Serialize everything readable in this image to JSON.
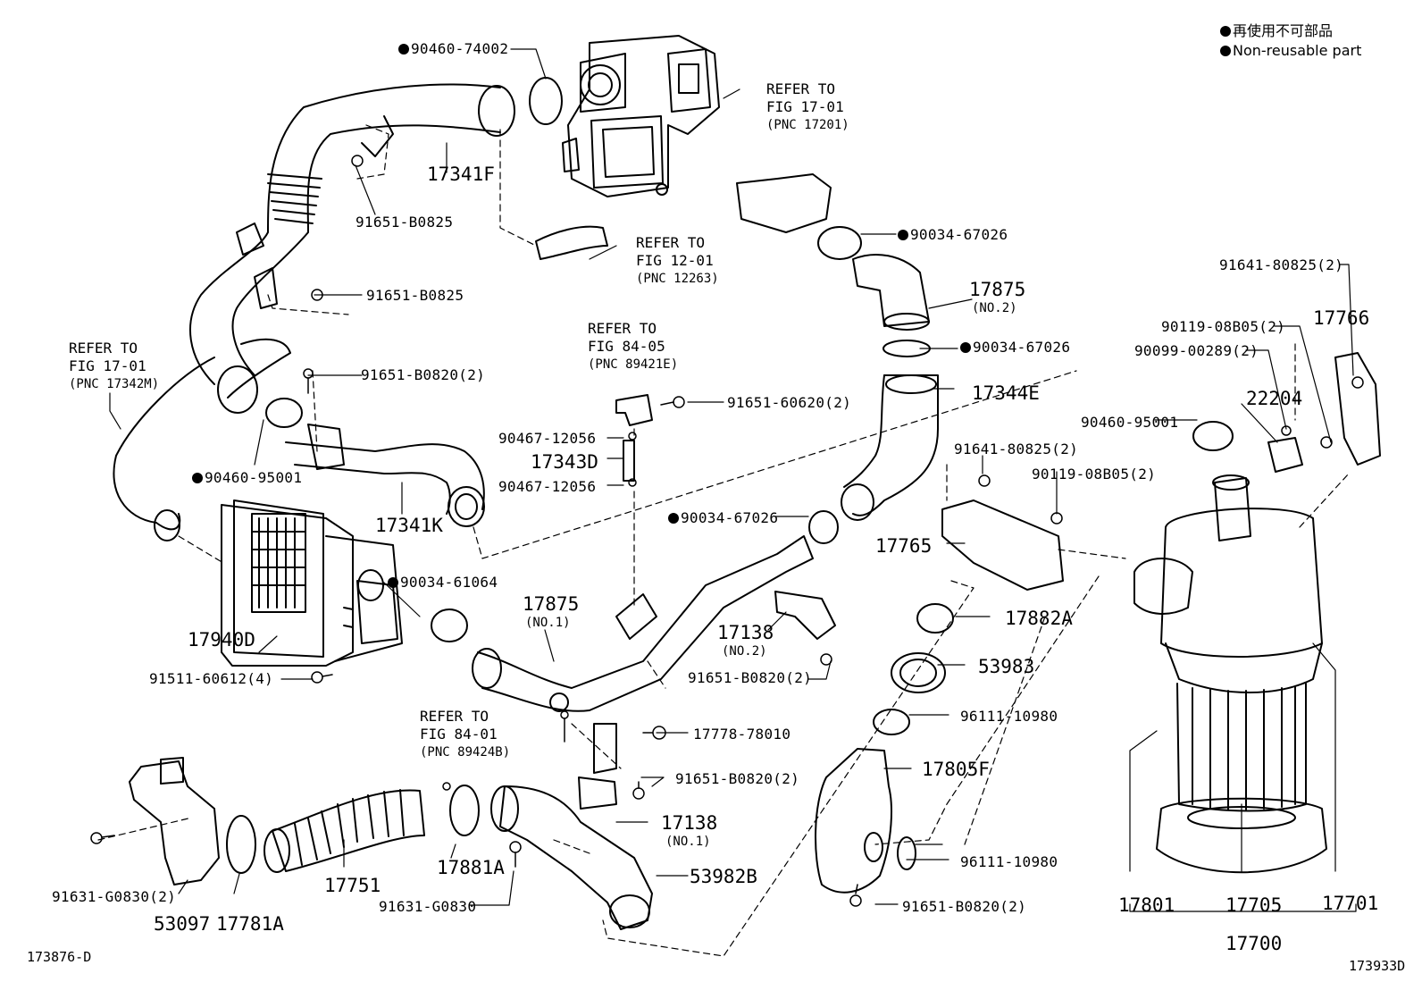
{
  "legend": {
    "jp": "再使用不可部品",
    "en": "Non-reusable part"
  },
  "refs": [
    {
      "id": "r1",
      "line1": "REFER TO",
      "line2": "FIG 17-01",
      "line3": "(PNC 17201)"
    },
    {
      "id": "r2",
      "line1": "REFER TO",
      "line2": "FIG 12-01",
      "line3": "(PNC 12263)"
    },
    {
      "id": "r3",
      "line1": "REFER TO",
      "line2": "FIG 17-01",
      "line3": "(PNC 17342M)"
    },
    {
      "id": "r4",
      "line1": "REFER TO",
      "line2": "FIG 84-05",
      "line3": "(PNC 89421E)"
    },
    {
      "id": "r5",
      "line1": "REFER TO",
      "line2": "FIG 84-01",
      "line3": "(PNC 89424B)"
    }
  ],
  "parts": {
    "p90460_74002": "90460-74002",
    "p17341F": "17341F",
    "p91651_B0825_a": "91651-B0825",
    "p91651_B0825_b": "91651-B0825",
    "p91651_B0820_2a": "91651-B0820(2)",
    "p90460_95001_a": "90460-95001",
    "p17341K": "17341K",
    "p90034_67026_a": "90034-67026",
    "p17875_top": "17875",
    "p17875_top_sub": "(NO.2)",
    "p90034_67026_b": "90034-67026",
    "p17344E": "17344E",
    "p91641_80825_2a": "91641-80825(2)",
    "p90119_08B05_2a": "90119-08B05(2)",
    "p17766": "17766",
    "p90099_00289_2": "90099-00289(2)",
    "p22204": "22204",
    "p90460_95001_b": "90460-95001",
    "p91641_80825_2b": "91641-80825(2)",
    "p90119_08B05_2b": "90119-08B05(2)",
    "p91651_60620_2": "91651-60620(2)",
    "p90467_12056_a": "90467-12056",
    "p17343D": "17343D",
    "p90467_12056_b": "90467-12056",
    "p90034_67026_c": "90034-67026",
    "p17765": "17765",
    "p90034_61064": "90034-61064",
    "p17875_mid": "17875",
    "p17875_mid_sub": "(NO.1)",
    "p17138_no2": "17138",
    "p17138_no2_sub": "(NO.2)",
    "p17882A": "17882A",
    "p17940D": "17940D",
    "p91511_60612_4": "91511-60612(4)",
    "p91651_B0820_2b": "91651-B0820(2)",
    "p53983": "53983",
    "p96111_10980_a": "96111-10980",
    "p17778_78010": "17778-78010",
    "p17805F": "17805F",
    "p91651_B0820_2c": "91651-B0820(2)",
    "p17138_no1": "17138",
    "p17138_no1_sub": "(NO.1)",
    "p17881A": "17881A",
    "p17751": "17751",
    "p53982B": "53982B",
    "p96111_10980_b": "96111-10980",
    "p91631_G0830_2": "91631-G0830(2)",
    "p53097": "53097",
    "p17781A": "17781A",
    "p91631_G0830": "91631-G0830",
    "p91651_B0820_2d": "91651-B0820(2)",
    "p17801": "17801",
    "p17705": "17705",
    "p17701": "17701",
    "p17700": "17700"
  },
  "corner": {
    "left": "173876-D",
    "right": "173933D"
  }
}
